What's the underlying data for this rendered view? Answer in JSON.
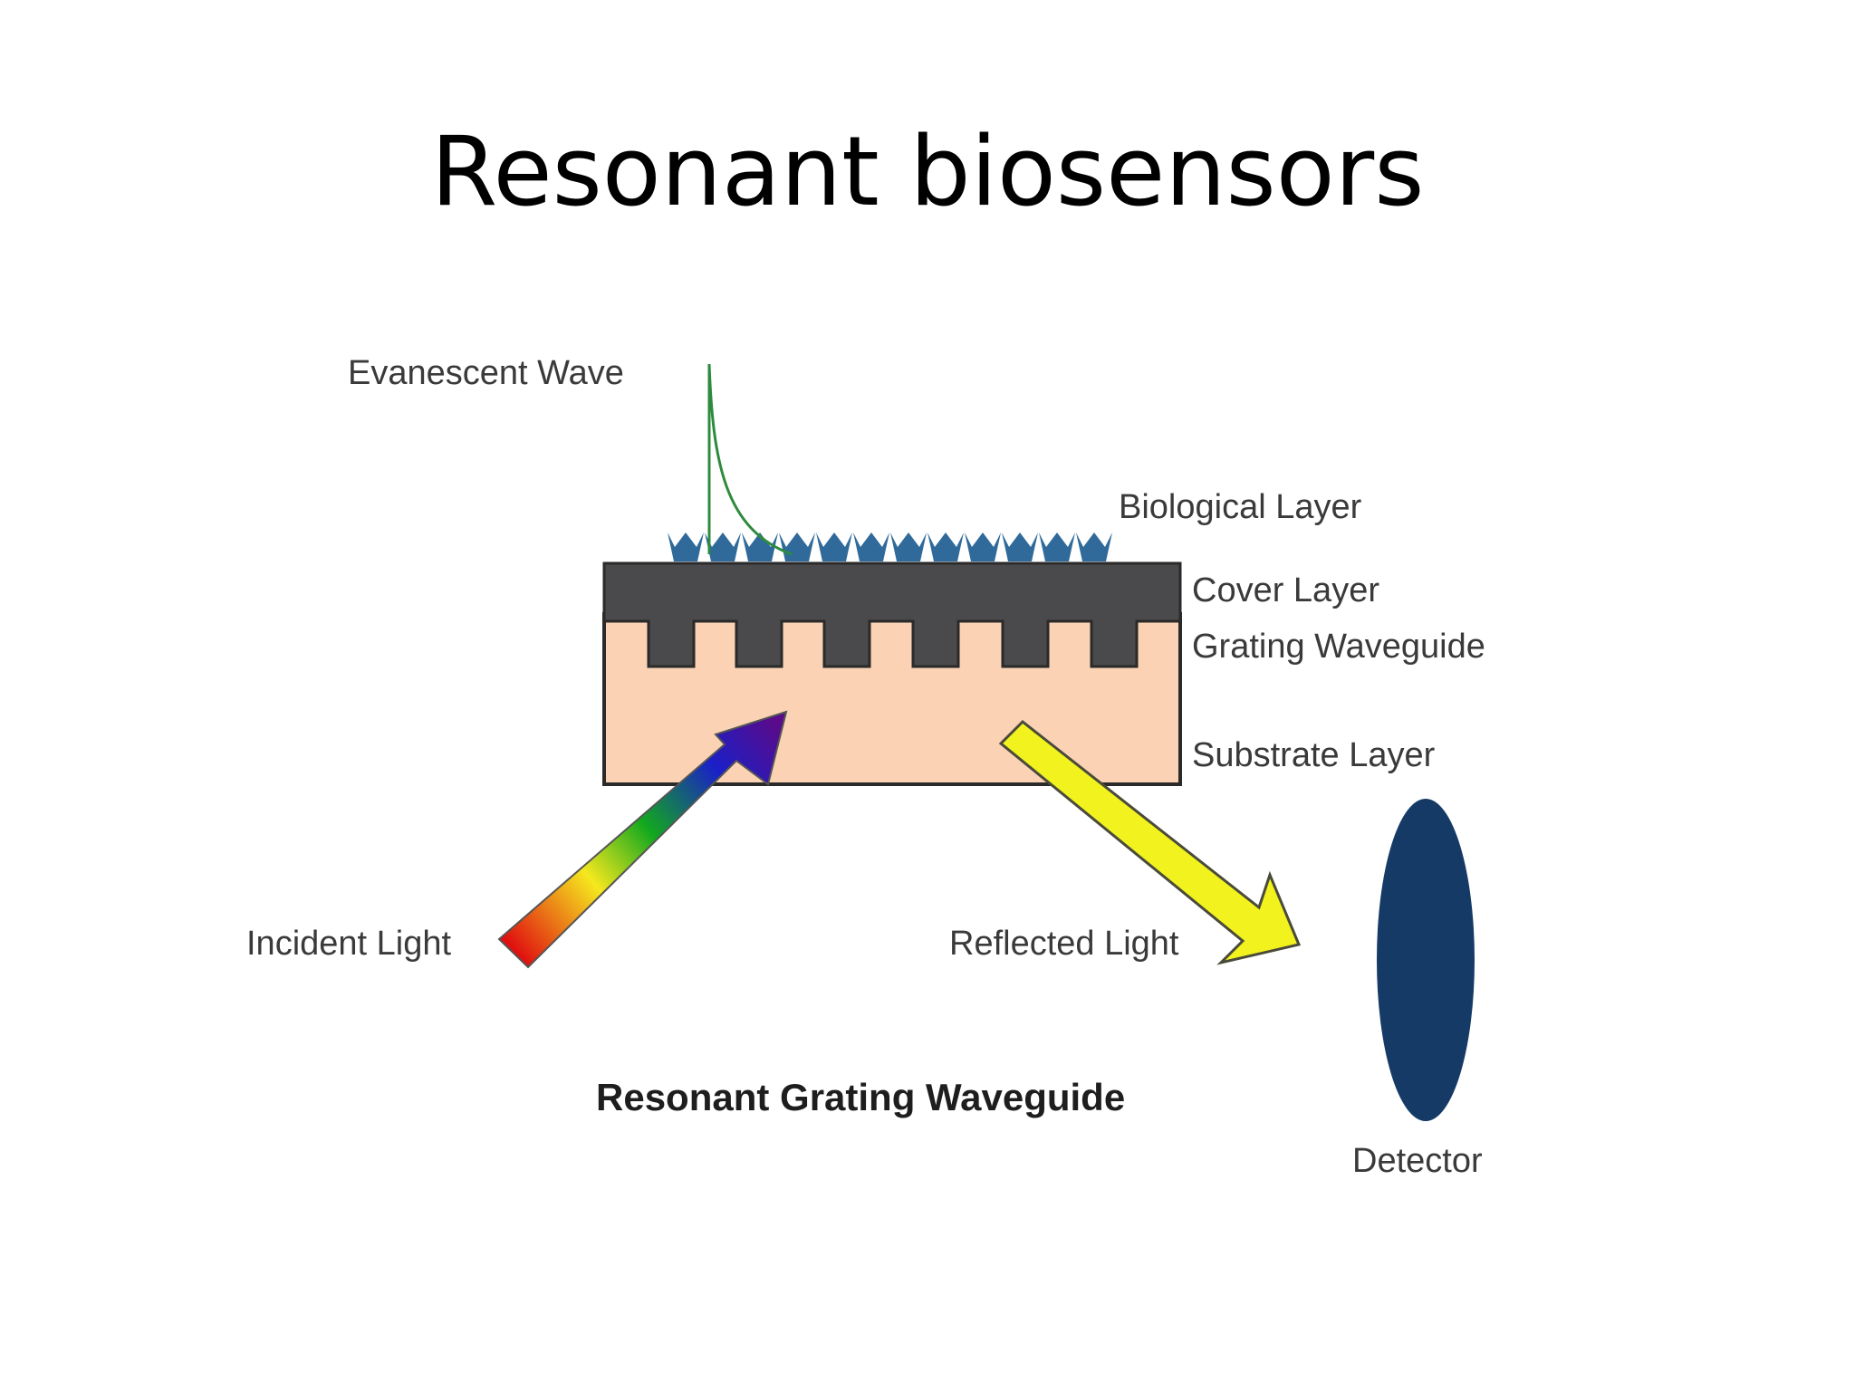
{
  "slide": {
    "title": "Resonant biosensors"
  },
  "diagram": {
    "labels": {
      "evanescent_wave": "Evanescent Wave",
      "biological_layer": "Biological Layer",
      "cover_layer": "Cover Layer",
      "grating_waveguide": "Grating Waveguide",
      "substrate_layer": "Substrate Layer",
      "incident_light": "Incident Light",
      "reflected_light": "Reflected Light",
      "detector": "Detector"
    },
    "caption": "Resonant Grating Waveguide",
    "colors": {
      "cover_layer": "#4a4a4c",
      "substrate_layer": "#fbd2b4",
      "biological_molecules": "#2f6a9a",
      "evanescent_wave": "#2e8b3e",
      "reflected_light": "#f2f21e",
      "detector": "#163a66",
      "incident_gradient": [
        "#e01010",
        "#f5e81e",
        "#12a81e",
        "#1a20c8",
        "#5a0a8a"
      ]
    }
  }
}
